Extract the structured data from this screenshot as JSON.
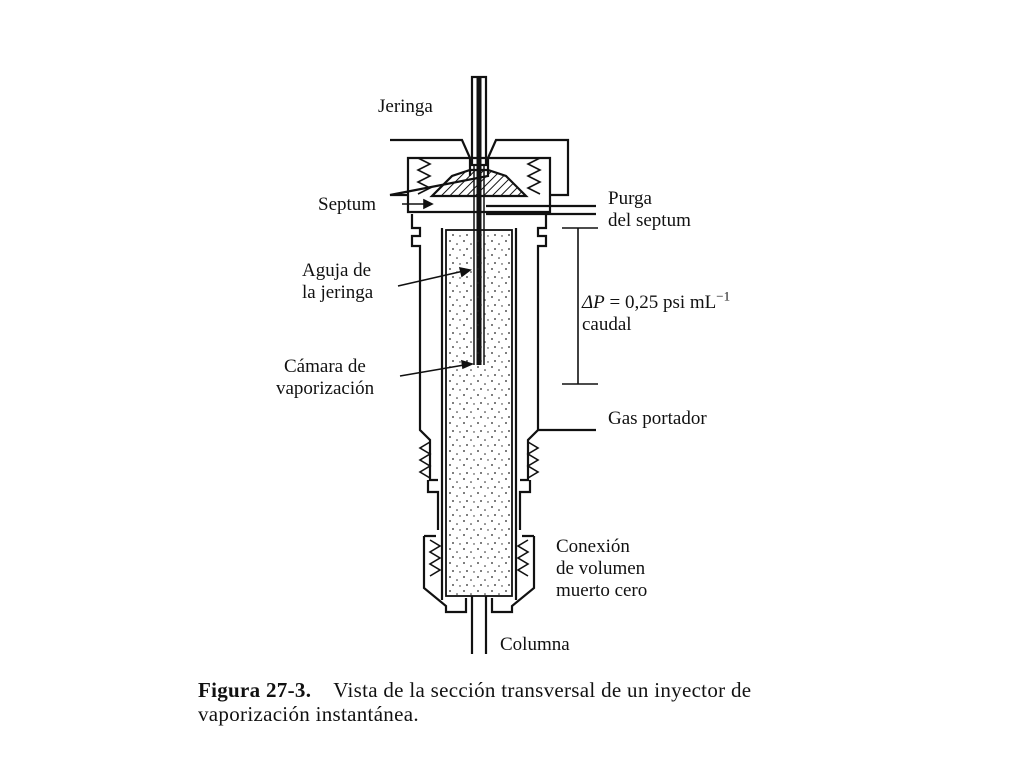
{
  "labels": {
    "jeringa": "Jeringa",
    "septum": "Septum",
    "purga_l1": "Purga",
    "purga_l2": "del septum",
    "aguja_l1": "Aguja de",
    "aguja_l2": "la jeringa",
    "camara_l1": "Cámara de",
    "camara_l2": "vaporización",
    "dp_symbol": "ΔP",
    "dp_value": " = 0,25 psi mL",
    "dp_exp": "−1",
    "caudal": "caudal",
    "gas": "Gas portador",
    "conexion_l1": "Conexión",
    "conexion_l2": "de volumen",
    "conexion_l3": "muerto cero",
    "columna": "Columna"
  },
  "caption": {
    "number": "Figura 27-3.",
    "text_l1": "Vista de la sección transversal de un inyector de",
    "text_l2": "vaporización instantánea."
  },
  "colors": {
    "ink": "#111111",
    "background": "#ffffff"
  }
}
